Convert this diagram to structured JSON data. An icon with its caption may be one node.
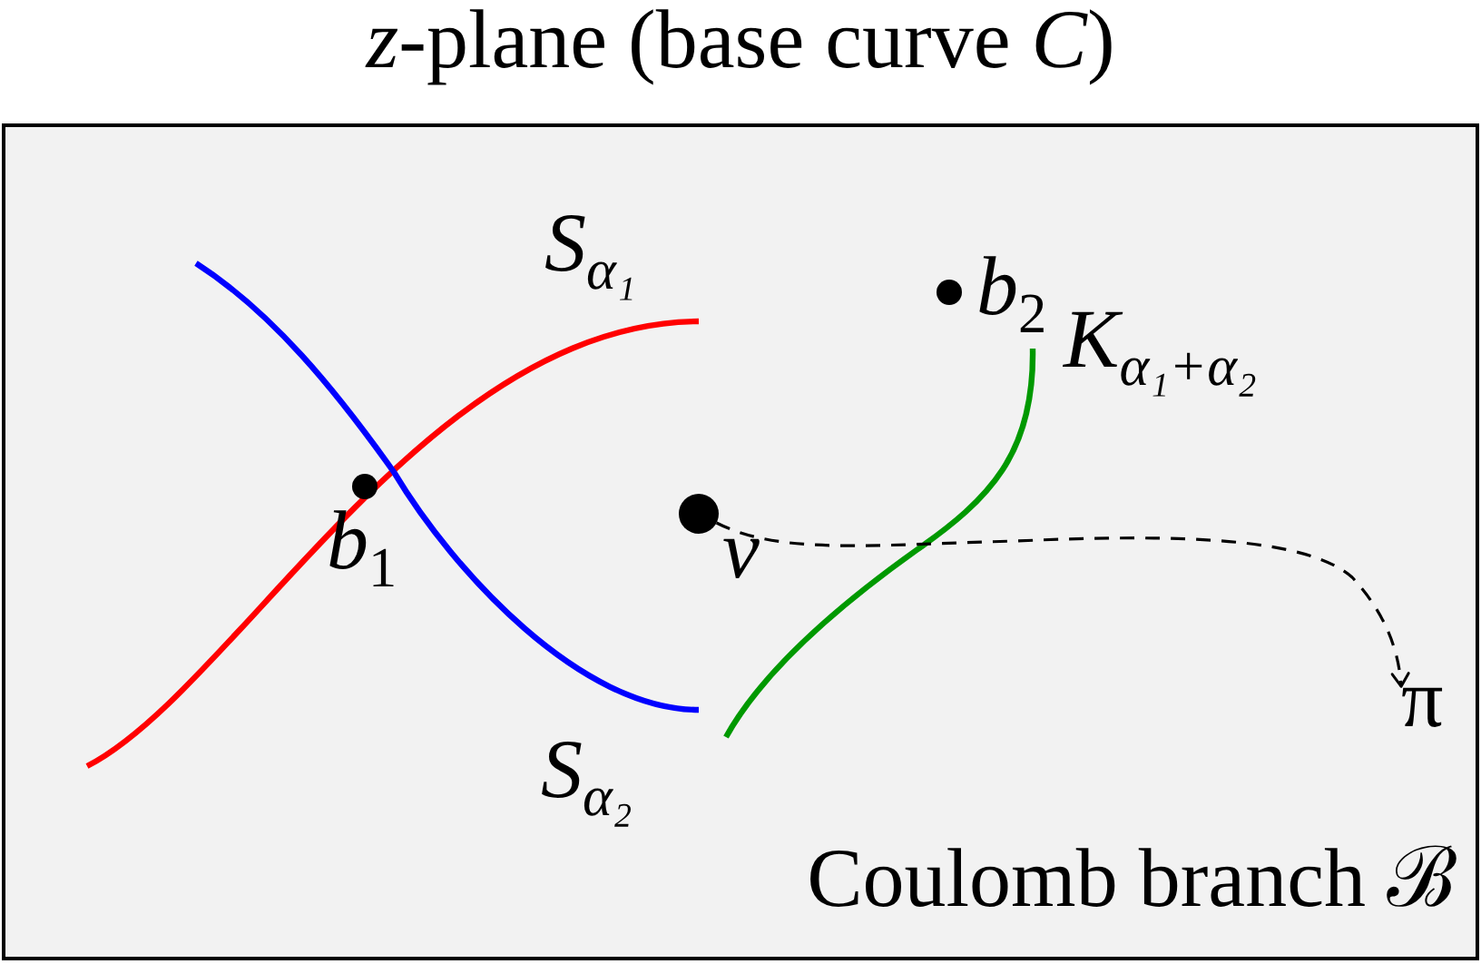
{
  "diagram": {
    "title": "*z*-plane (base curve *C*)",
    "nodes": [
      {
        "text": [
          "Coulomb branch ℬ"
        ]
      },
      {
        "text": [],
        "shape": "circle",
        "beside": [
          "*b*$_{2}$"
        ],
        "in": 0
      },
      {
        "text": [],
        "shape": "circle",
        "beside": [
          "*b*$_{1}$"
        ],
        "in": 0
      },
      {
        "text": [],
        "shape": "circle",
        "beside": [
          "v"
        ],
        "in": 0
      },
      {
        "text": [
          "π"
        ],
        "in": 0
      }
    ],
    "edges": [
      {
        "from": 3,
        "to": 4,
        "arrow": "to",
        "style": "dashed"
      }
    ],
    "labels": [
      "*S*$_{α₁}$",
      "*K*$_{α₁+α₂}$",
      "*S*$_{α₂}$"
    ]
  }
}
